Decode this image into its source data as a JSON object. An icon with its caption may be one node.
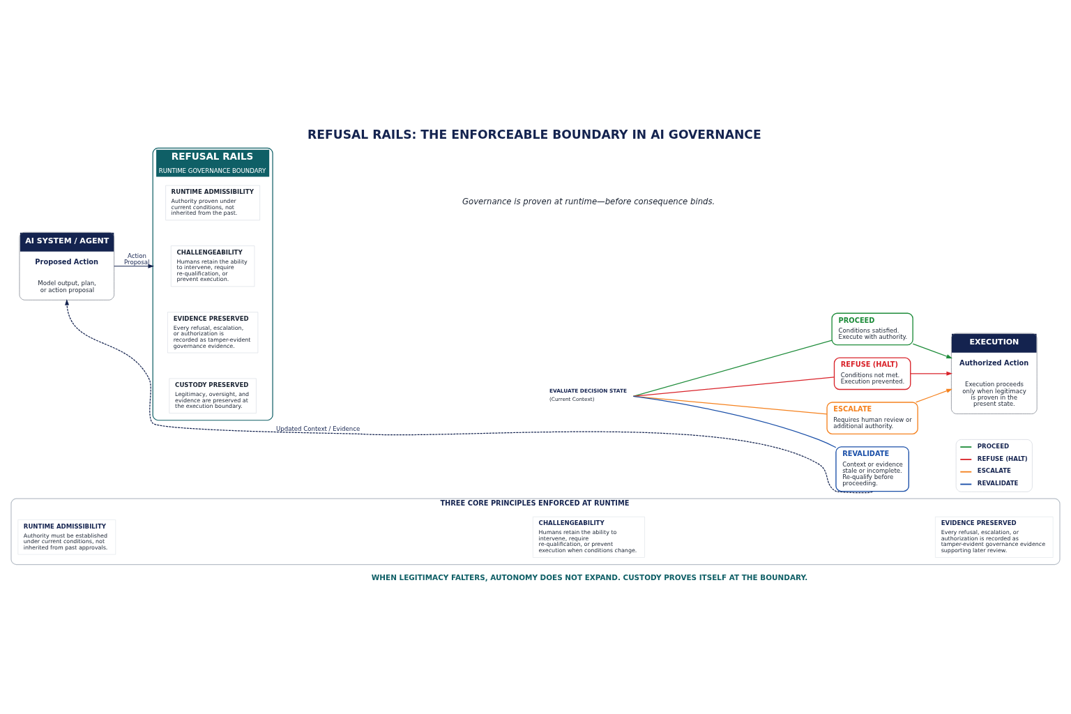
{
  "diagram": {
    "title": "REFUSAL RAILS: THE ENFORCEABLE BOUNDARY IN AI GOVERNANCE",
    "nodes": [
      {
        "text": [
          "AI SYSTEM / AGENT",
          "Proposed Action",
          "Model output, plan, or action proposal"
        ]
      },
      {
        "text": [
          "REFUSAL RAILS",
          "RUNTIME GOVERNANCE BOUNDARY"
        ]
      },
      {
        "text": [
          "RUNTIME ADMISSIBILITY",
          "Authority proven under current conditions, not inherited from the past."
        ],
        "in": 1
      },
      {
        "text": [
          "CHALLENGEABILITY",
          "Humans retain the ability to intervene, require re-qualification, or prevent execution."
        ],
        "in": 1
      },
      {
        "text": [
          "EVIDENCE PRESERVED",
          "Every refusal, escalation, or authorization is recorded as tamper-evident governance evidence."
        ],
        "in": 1
      },
      {
        "text": [
          "CUSTODY PRESERVED",
          "Legitimacy, oversight, and evidence are preserved at the execution boundary."
        ],
        "in": 1
      },
      {
        "text": [
          "EVALUATE DECISION STATE",
          "(Current Context)"
        ]
      },
      {
        "text": [
          "PROCEED",
          "Conditions satisfied. Execute with authority."
        ]
      },
      {
        "text": [
          "REFUSE (HALT)",
          "Conditions not met. Execution prevented."
        ]
      },
      {
        "text": [
          "ESCALATE",
          "Requires human review or additional authority."
        ]
      },
      {
        "text": [
          "REVALIDATE",
          "Context or evidence stale or incomplete. Re-qualify before proceeding."
        ]
      },
      {
        "text": [
          "EXECUTION",
          "Authorized Action",
          "Execution proceeds only when legitimacy is proven in the present state."
        ]
      },
      {
        "text": [
          "THREE CORE PRINCIPLES ENFORCED AT RUNTIME"
        ]
      },
      {
        "text": [
          "RUNTIME ADMISSIBILITY",
          "Authority must be established under current conditions, not inherited from past approvals."
        ],
        "in": 12
      },
      {
        "text": [
          "CHALLENGEABILITY",
          "Humans retain the ability to intervene, require re-qualification, or prevent execution when conditions change."
        ],
        "in": 12
      },
      {
        "text": [
          "EVIDENCE PRESERVED",
          "Every refusal, escalation, or authorization is recorded as tamper-evident governance evidence supporting later review."
        ],
        "in": 12
      }
    ],
    "edges": [
      {
        "from": 0,
        "to": 1,
        "arrow": "to",
        "label": "Action Proposal"
      },
      {
        "from": 6,
        "to": 7,
        "arrow": "none",
        "color": "#1e8c3a"
      },
      {
        "from": 6,
        "to": 8,
        "arrow": "none",
        "color": "#d9232a"
      },
      {
        "from": 6,
        "to": 9,
        "arrow": "none",
        "color": "#f5821f"
      },
      {
        "from": 6,
        "to": 10,
        "arrow": "none",
        "color": "#1a4fa8"
      },
      {
        "from": 7,
        "to": 11,
        "arrow": "to",
        "color": "#1e8c3a"
      },
      {
        "from": 8,
        "to": 11,
        "arrow": "to",
        "color": "#d9232a"
      },
      {
        "from": 9,
        "to": 11,
        "arrow": "to",
        "color": "#f5821f"
      },
      {
        "from": 10,
        "to": 0,
        "arrow": "to",
        "style": "dashed",
        "label": "Updated Context / Evidence"
      }
    ],
    "labels": [
      "Governance is proven at runtime—before consequence binds.",
      "WHEN LEGITIMACY FALTERS, AUTONOMY DOES NOT EXPAND. CUSTODY PROVES ITSELF AT THE BOUNDARY."
    ],
    "legend": [
      {
        "text": "PROCEED",
        "color": "#1e8c3a"
      },
      {
        "text": "REFUSE (HALT)",
        "color": "#d9232a"
      },
      {
        "text": "ESCALATE",
        "color": "#f5821f"
      },
      {
        "text": "REVALIDATE",
        "color": "#1a4fa8"
      }
    ]
  }
}
